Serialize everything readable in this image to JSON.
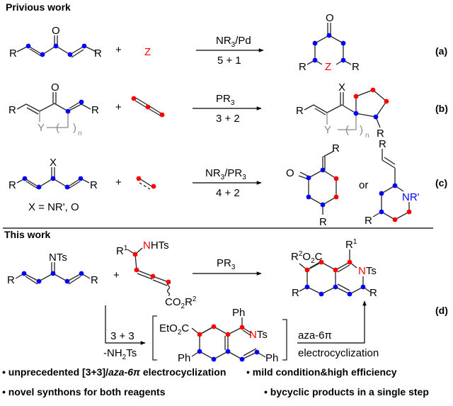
{
  "headings": {
    "previous": "Privious work",
    "this_work": "This work"
  },
  "colors": {
    "red_atom": "#ff0000",
    "blue_atom": "#0000ff",
    "gray_ring": "#888888"
  },
  "reactions": {
    "a": {
      "label": "(a)",
      "reagent": "Z",
      "plus": "+",
      "conditions_top": "NR3/Pd",
      "conditions_bottom": "5 + 1",
      "substrate_atoms": {
        "O": "O",
        "R": "R"
      },
      "product_atoms": {
        "O": "O",
        "Z": "Z",
        "R": "R"
      }
    },
    "b": {
      "label": "(b)",
      "plus": "+",
      "conditions_top": "PR3",
      "conditions_bottom": "3 + 2",
      "substrate_atoms": {
        "O": "O",
        "R": "R",
        "Y": "Y",
        "n": "n"
      },
      "product_atoms": {
        "X": "X",
        "R": "R",
        "Y": "Y",
        "n": "n"
      }
    },
    "c": {
      "label": "(c)",
      "plus": "+",
      "conditions_top": "NR3/PR3",
      "conditions_bottom": "4 + 2",
      "substrate_atoms": {
        "X": "X",
        "R": "R"
      },
      "x_definition": "X = NR', O",
      "or": "or",
      "product_atoms": {
        "O": "O",
        "R": "R",
        "NR": "NR'"
      }
    },
    "d": {
      "label": "(d)",
      "plus": "+",
      "conditions_top": "PR3",
      "substrate_atoms": {
        "NTs": "NTs",
        "R": "R",
        "R1": "R",
        "NHTs_N": "N",
        "NHTs_rest": "HTs",
        "CO2R2": "CO2R2"
      },
      "product_atoms": {
        "R2O2C": "R2O2C",
        "R1": "R1",
        "N": "N",
        "Ts": "Ts",
        "R": "R"
      },
      "step1_top": "3 + 3",
      "step1_bottom": "-NH2Ts",
      "intermediate_atoms": {
        "EtO2C": "EtO2C",
        "Ph": "Ph",
        "N": "N",
        "Ts": "Ts"
      },
      "step2_top": "aza-6π",
      "step2_bottom": "electrocyclization"
    }
  },
  "highlights": [
    {
      "prefix": "unprecedented [3+3]/",
      "italic": "aza-6π",
      "suffix": " electrocyclization"
    },
    {
      "prefix": "mild condition&high efficiency",
      "italic": "",
      "suffix": ""
    },
    {
      "prefix": "novel synthons for both reagents",
      "italic": "",
      "suffix": ""
    },
    {
      "prefix": "bycyclic products in a single step",
      "italic": "",
      "suffix": ""
    }
  ]
}
